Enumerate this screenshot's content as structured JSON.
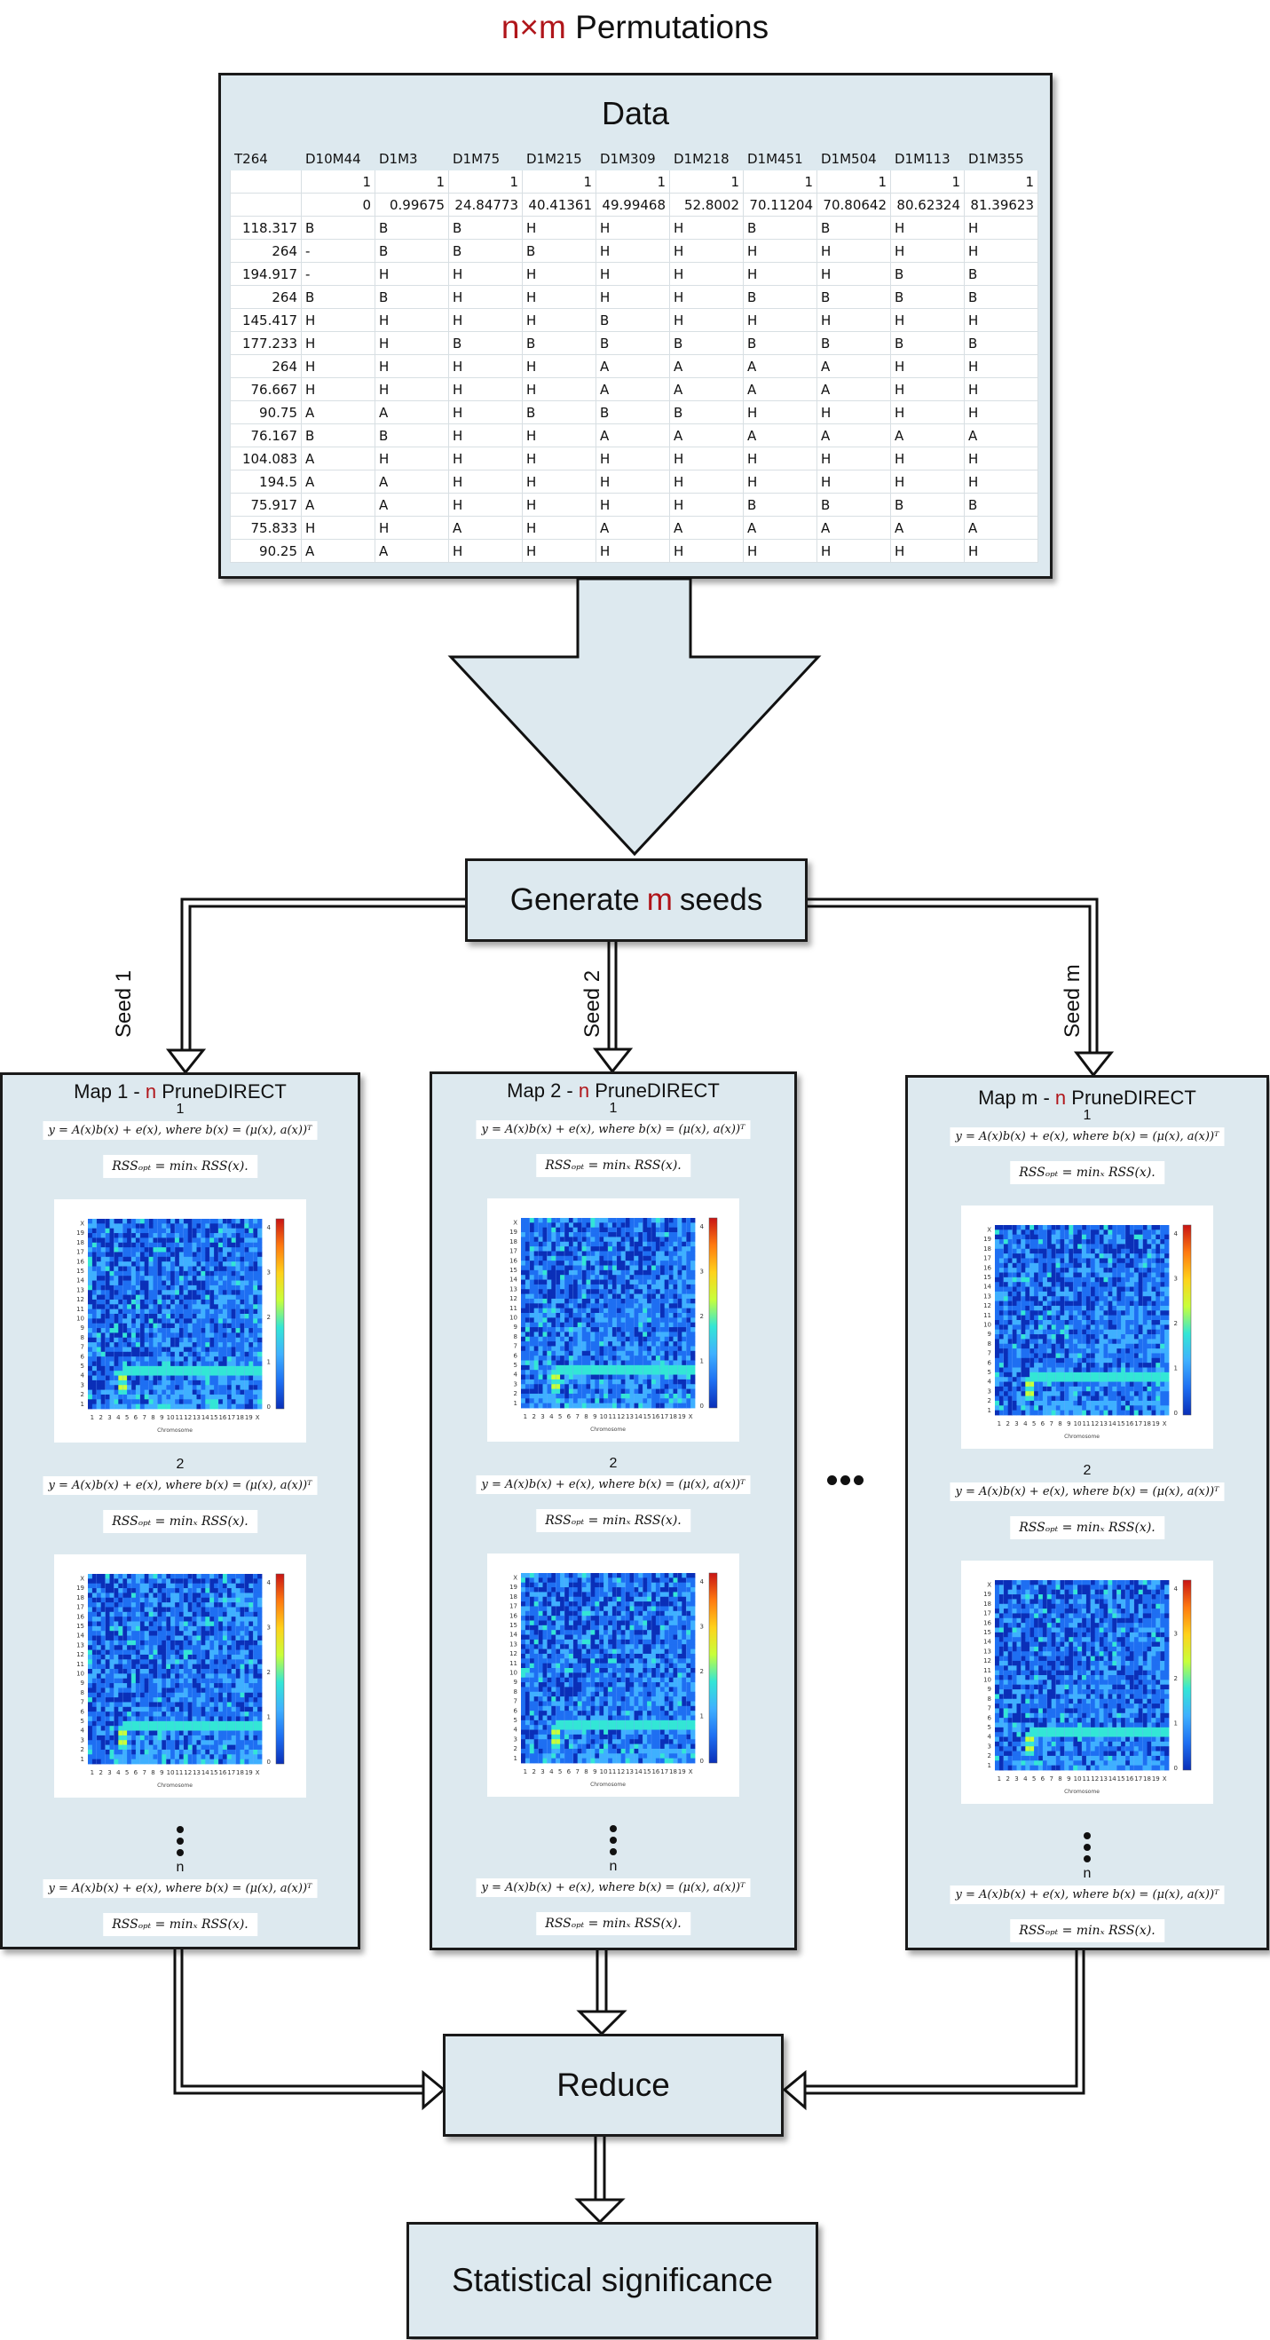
{
  "title": {
    "n": "n",
    "times": "×",
    "m": "m",
    "rest": " Permutations"
  },
  "data_box": {
    "title": "Data",
    "columns": [
      "T264",
      "D10M44",
      "D1M3",
      "D1M75",
      "D1M215",
      "D1M309",
      "D1M218",
      "D1M451",
      "D1M504",
      "D1M113",
      "D1M355"
    ],
    "chrom_row": [
      "",
      "1",
      "1",
      "1",
      "1",
      "1",
      "1",
      "1",
      "1",
      "1",
      "1"
    ],
    "pos_row": [
      "",
      "0",
      "0.99675",
      "24.84773",
      "40.41361",
      "49.99468",
      "52.8002",
      "70.11204",
      "70.80642",
      "80.62324",
      "81.39623"
    ],
    "rows": [
      [
        "118.317",
        "B",
        "B",
        "B",
        "H",
        "H",
        "H",
        "B",
        "B",
        "H",
        "H"
      ],
      [
        "264",
        "-",
        "B",
        "B",
        "B",
        "H",
        "H",
        "H",
        "H",
        "H",
        "H"
      ],
      [
        "194.917",
        "-",
        "H",
        "H",
        "H",
        "H",
        "H",
        "H",
        "H",
        "B",
        "B"
      ],
      [
        "264",
        "B",
        "B",
        "H",
        "H",
        "H",
        "H",
        "B",
        "B",
        "B",
        "B"
      ],
      [
        "145.417",
        "H",
        "H",
        "H",
        "H",
        "B",
        "H",
        "H",
        "H",
        "H",
        "H"
      ],
      [
        "177.233",
        "H",
        "H",
        "B",
        "B",
        "B",
        "B",
        "B",
        "B",
        "B",
        "B"
      ],
      [
        "264",
        "H",
        "H",
        "H",
        "H",
        "A",
        "A",
        "A",
        "A",
        "H",
        "H"
      ],
      [
        "76.667",
        "H",
        "H",
        "H",
        "H",
        "A",
        "A",
        "A",
        "A",
        "H",
        "H"
      ],
      [
        "90.75",
        "A",
        "A",
        "H",
        "B",
        "B",
        "B",
        "H",
        "H",
        "H",
        "H"
      ],
      [
        "76.167",
        "B",
        "B",
        "H",
        "H",
        "A",
        "A",
        "A",
        "A",
        "A",
        "A"
      ],
      [
        "104.083",
        "A",
        "H",
        "H",
        "H",
        "H",
        "H",
        "H",
        "H",
        "H",
        "H"
      ],
      [
        "194.5",
        "A",
        "A",
        "H",
        "H",
        "H",
        "H",
        "H",
        "H",
        "H",
        "H"
      ],
      [
        "75.917",
        "A",
        "A",
        "H",
        "H",
        "H",
        "H",
        "B",
        "B",
        "B",
        "B"
      ],
      [
        "75.833",
        "H",
        "H",
        "A",
        "H",
        "A",
        "A",
        "A",
        "A",
        "A",
        "A"
      ],
      [
        "90.25",
        "A",
        "A",
        "H",
        "H",
        "H",
        "H",
        "H",
        "H",
        "H",
        "H"
      ]
    ]
  },
  "seeds_box": {
    "pre": "Generate ",
    "m": "m",
    "post": " seeds"
  },
  "seed_labels": [
    "Seed  1",
    "Seed  2",
    "Seed  m"
  ],
  "maps": [
    {
      "pre": "Map 1 - ",
      "n": "n",
      "post": " PruneDIRECT"
    },
    {
      "pre": "Map 2 - ",
      "n": "n",
      "post": " PruneDIRECT"
    },
    {
      "pre": "Map m - ",
      "n": "n",
      "post": " PruneDIRECT"
    }
  ],
  "perm_labels": [
    "1",
    "2",
    "n"
  ],
  "equation": "y = A(x)b(x) + e(x), where b(x) = (μ(x), a(x))ᵀ",
  "rss": "RSSₒₚₜ = minₓ RSS(x).",
  "heatmap": {
    "y_ticks": [
      "X",
      "19",
      "18",
      "17",
      "16",
      "15",
      "14",
      "13",
      "12",
      "11",
      "10",
      "9",
      "8",
      "7",
      "6",
      "5",
      "4",
      "3",
      "2",
      "1"
    ],
    "x_ticks": [
      "1",
      "2",
      "3",
      "4",
      "5",
      "6",
      "7",
      "8",
      "9",
      "10",
      "11",
      "12",
      "13",
      "14",
      "15",
      "16",
      "17",
      "18",
      "19",
      "X"
    ],
    "x_label": "Chromosome",
    "colorbar_ticks": [
      "4",
      "3",
      "2",
      "1",
      "0"
    ],
    "colors": [
      "#0a2fb8",
      "#1e6ff2",
      "#3fb0ff",
      "#33e6d6",
      "#c8ff3a",
      "#ffd21a",
      "#ff7a10",
      "#c81414"
    ]
  },
  "reduce_box": "Reduce",
  "stat_box": "Statistical significance"
}
